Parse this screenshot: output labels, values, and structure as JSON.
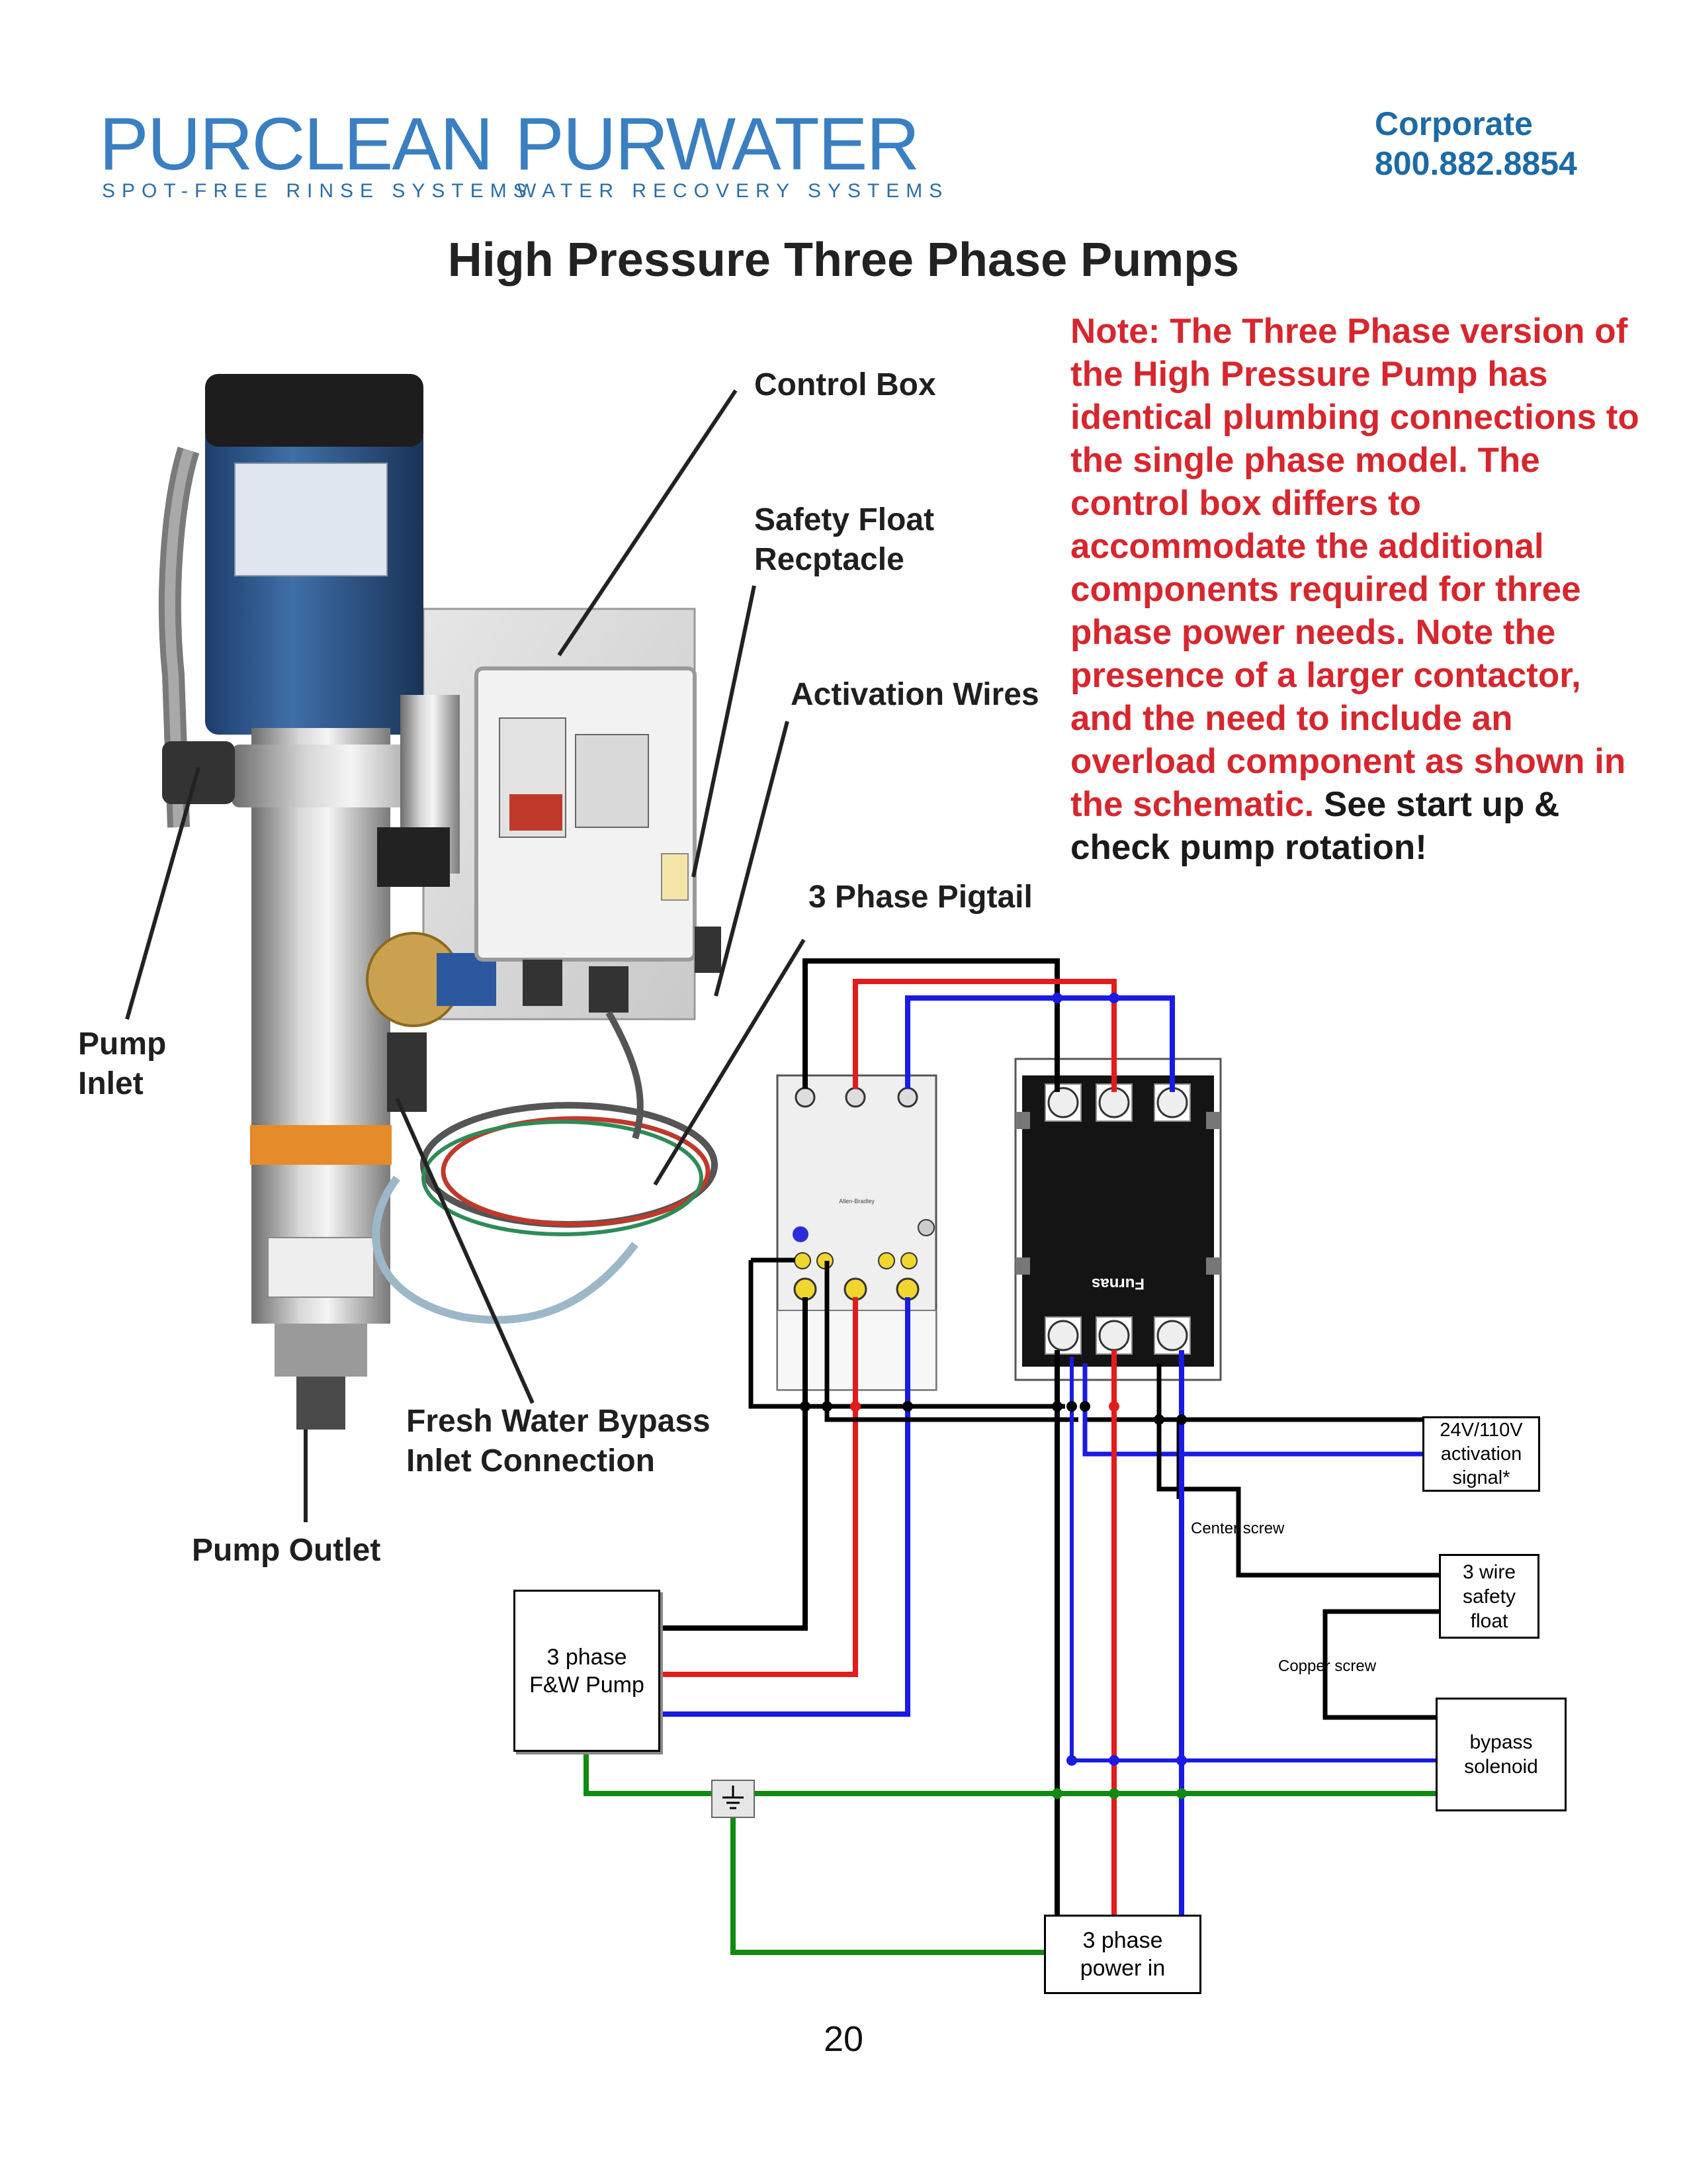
{
  "header": {
    "logo_left": {
      "word": "PURCLEAN",
      "tagline": "SPOT-FREE RINSE SYSTEMS"
    },
    "logo_right": {
      "word": "PURWATER",
      "tagline": "WATER RECOVERY SYSTEMS"
    },
    "corporate_label": "Corporate",
    "corporate_phone": "800.882.8854"
  },
  "title": "High Pressure Three Phase Pumps",
  "note": {
    "red_text": "Note: The Three Phase version of the High Pressure Pump has identical plumbing connections to the single phase model. The control box differs to accommodate the additional components required for three phase power needs. Note the presence of a larger contactor, and the need to include an overload component as shown in the schematic.",
    "black_text": " See start up & check pump rotation!"
  },
  "photo_labels": {
    "control_box": "Control Box",
    "safety_float": "Safety Float Recptacle",
    "activation_wires": "Activation Wires",
    "pigtail": "3 Phase Pigtail",
    "pump_inlet": "Pump Inlet",
    "bypass_inlet": "Fresh Water Bypass Inlet Connection",
    "pump_outlet": "Pump Outlet"
  },
  "schematic": {
    "pump_box": "3 phase F&W Pump",
    "power_box": "3 phase power in",
    "activation_box": "24V/110V activation signal*",
    "float_box": "3 wire safety float",
    "solenoid_box": "bypass solenoid",
    "center_screw": "Center screw",
    "copper_screw": "Copper screw",
    "contactor_brand": "Furnas",
    "overload_brand": "Allen-Bradley",
    "colors": {
      "black": "#000000",
      "red": "#e41b1b",
      "blue": "#1a1ae6",
      "green": "#118a11"
    }
  },
  "page_number": "20"
}
